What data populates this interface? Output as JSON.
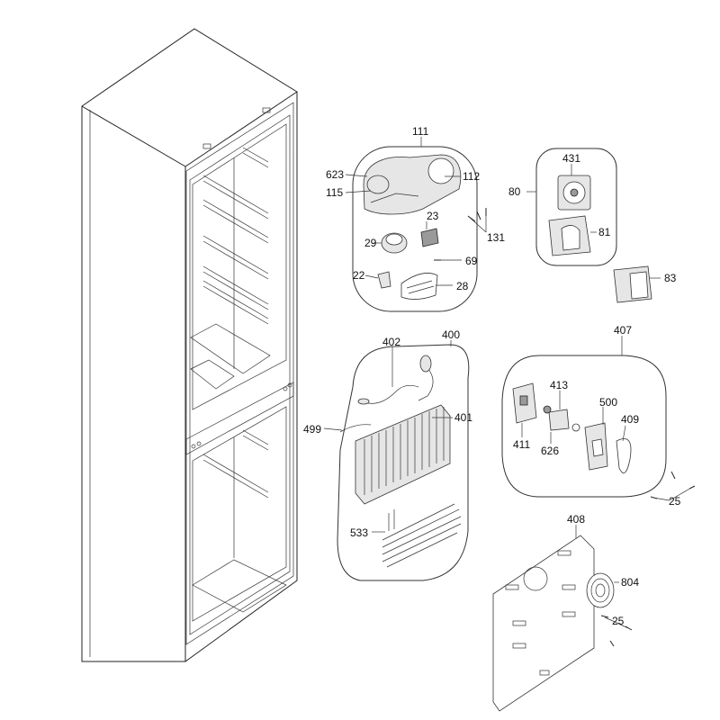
{
  "labels": {
    "l111": "111",
    "l623": "623",
    "l112": "112",
    "l115": "115",
    "l23": "23",
    "l131": "131",
    "l29": "29",
    "l69": "69",
    "l22": "22",
    "l28": "28",
    "l80": "80",
    "l431": "431",
    "l81": "81",
    "l83": "83",
    "l402": "402",
    "l400": "400",
    "l407": "407",
    "l499": "499",
    "l401": "401",
    "l413": "413",
    "l500": "500",
    "l411": "411",
    "l626": "626",
    "l409": "409",
    "l25a": "25",
    "l533": "533",
    "l408": "408",
    "l804": "804",
    "l25b": "25"
  }
}
